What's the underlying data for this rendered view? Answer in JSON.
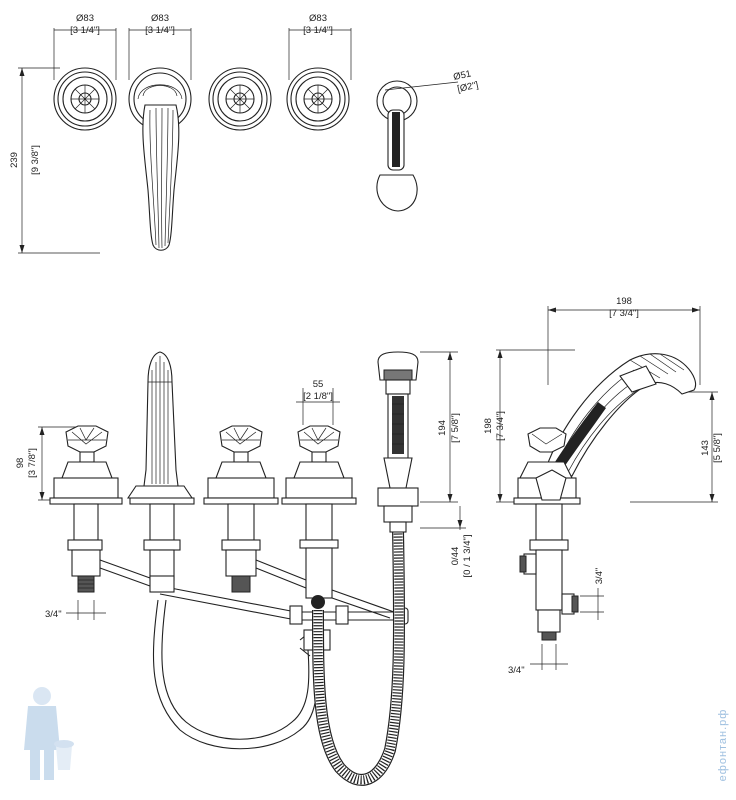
{
  "top_view": {
    "dim_valve1_mm": "Ø83",
    "dim_valve1_in": "[3 1/4\"]",
    "dim_spout_mm": "Ø83",
    "dim_spout_in": "[3 1/4\"]",
    "dim_valve3_mm": "Ø83",
    "dim_valve3_in": "[3 1/4\"]",
    "dim_height_mm": "239",
    "dim_height_in": "[9 3/8\"]",
    "dim_handshower_mm": "Ø51",
    "dim_handshower_in": "[Ø2\"]"
  },
  "front_view": {
    "dim_handle_height_mm": "98",
    "dim_handle_height_in": "[3 7/8\"]",
    "dim_handle_width_mm": "55",
    "dim_handle_width_in": "[2 1/8\"]",
    "dim_shower_height_mm": "194",
    "dim_shower_height_in": "[7 5/8\"]",
    "dim_deck_mm": "0/44",
    "dim_deck_in": "[0 / 1 3/4\"]",
    "dim_thread_left": "3/4\""
  },
  "side_view": {
    "dim_reach_mm": "198",
    "dim_reach_in": "[7 3/4\"]",
    "dim_height_mm": "198",
    "dim_height_in": "[7 3/4\"]",
    "dim_holder_mm": "143",
    "dim_holder_in": "[5 5/8\"]",
    "dim_thread_side": "3/4\"",
    "dim_thread_bottom": "3/4\""
  },
  "watermark": {
    "site": "ефонтан.рф",
    "logo_icon": "plumber-mascot-icon"
  }
}
